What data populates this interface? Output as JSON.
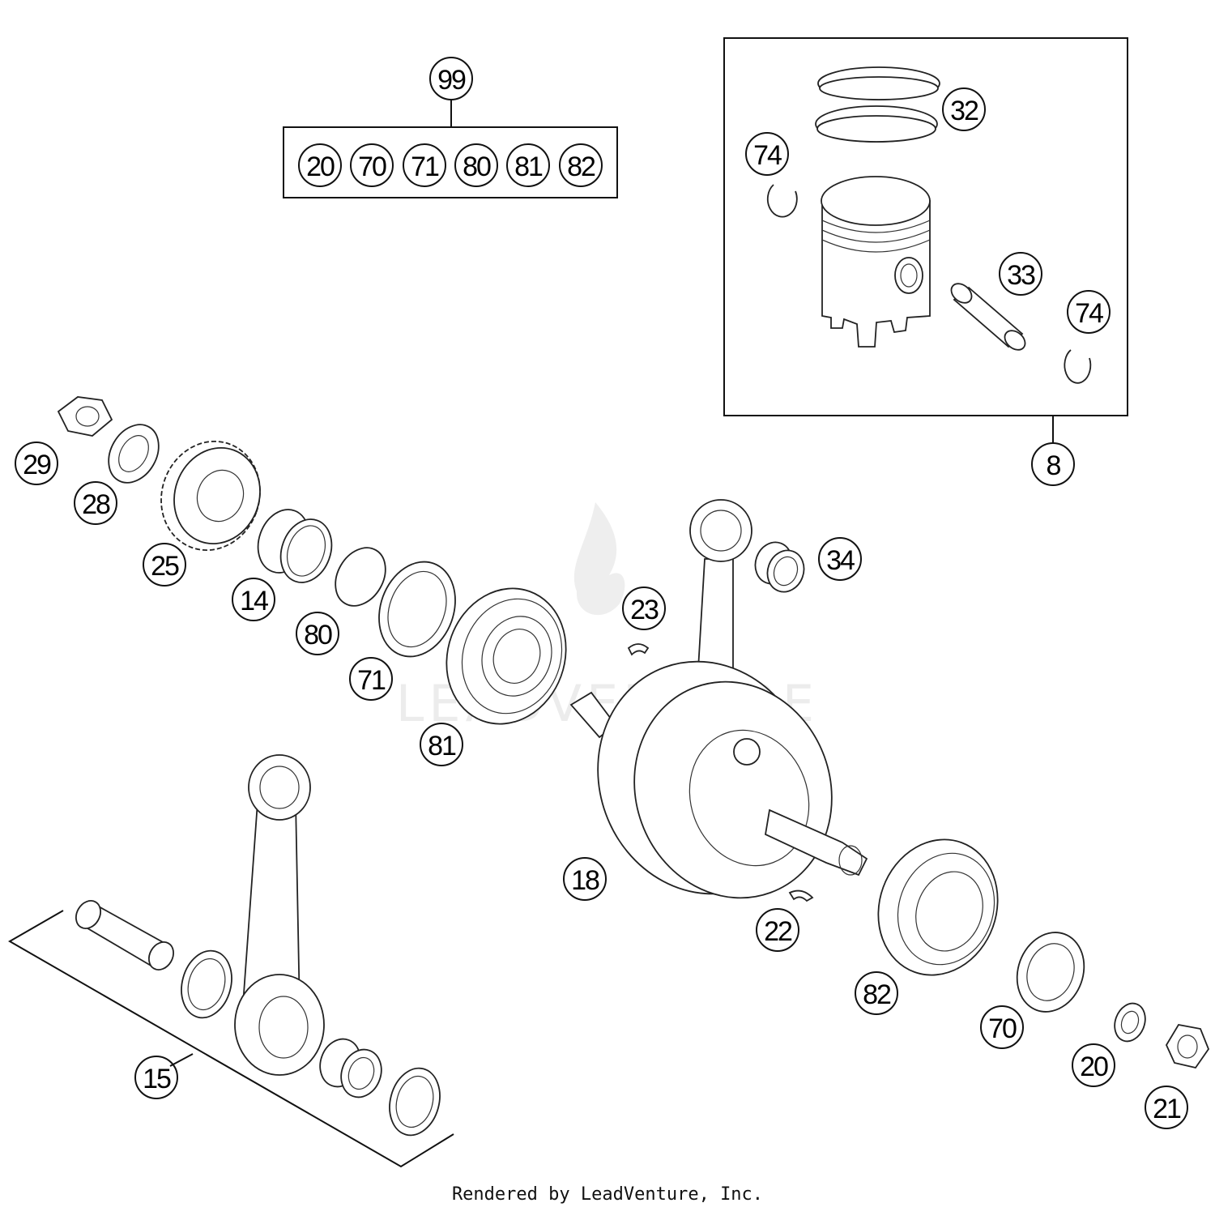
{
  "callouts": {
    "c99": "99",
    "kit_box": [
      "20",
      "70",
      "71",
      "80",
      "81",
      "82"
    ],
    "c32": "32",
    "c74a": "74",
    "c33": "33",
    "c74b": "74",
    "c8": "8",
    "c29": "29",
    "c28": "28",
    "c25": "25",
    "c14": "14",
    "c80": "80",
    "c71": "71",
    "c81": "81",
    "c23": "23",
    "c34": "34",
    "c18": "18",
    "c22": "22",
    "c82": "82",
    "c70": "70",
    "c20": "20",
    "c21": "21",
    "c15": "15"
  },
  "watermark": "LEADVENTURE",
  "footer": "Rendered by LeadVenture, Inc."
}
